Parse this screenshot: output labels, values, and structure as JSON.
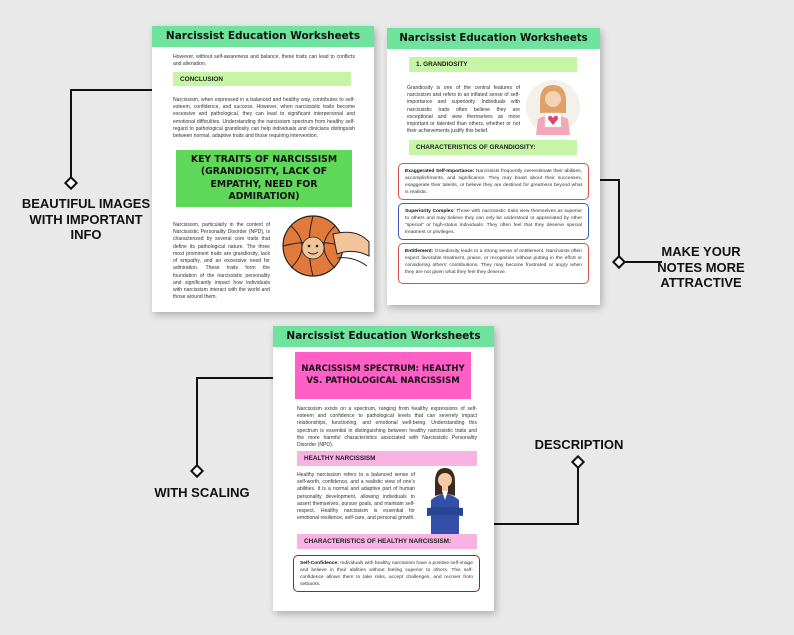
{
  "header_title": "Narcissist Education Worksheets",
  "page1": {
    "intro": "However, without self-awareness and balance, these traits can lead to conflicts and alienation.",
    "conclusion_label": "CONCLUSION",
    "conclusion_text": "Narcissism, when expressed in a balanced and healthy way, contributes to self-esteem, confidence, and success. However, when narcissistic traits become excessive and pathological, they can lead to significant interpersonal and emotional difficulties. Understanding the narcissism spectrum from healthy self-regard to pathological grandiosity can help individuals and clinicians distinguish between normal, adaptive traits and those requiring intervention.",
    "key_traits_title": "KEY TRAITS OF NARCISSISM (GRANDIOSITY, LACK OF EMPATHY, NEED FOR ADMIRATION)",
    "key_traits_text": "Narcissism, particularly in the context of Narcissistic Personality Disorder (NPD), is characterized by several core traits that define its pathological nature. The three most prominent traits are grandiosity, lack of empathy, and an excessive need for admiration. These traits form the foundation of the narcissistic personality and significantly impact how individuals with narcissism interact with the world and those around them."
  },
  "page2": {
    "section_label": "1. GRANDIOSITY",
    "intro": "Grandiosity is one of the central features of narcissism and refers to an inflated sense of self-importance and superiority. Individuals with narcissistic traits often believe they are exceptional and view themselves as more important or talented than others, whether or not their achievements justify this belief.",
    "characteristics_label": "CHARACTERISTICS OF GRANDIOSITY:",
    "boxes": [
      {
        "title": "Exaggerated Self-Importance:",
        "text": " Narcissists frequently overestimate their abilities, accomplishments, and significance. They may boast about their successes, exaggerate their talents, or believe they are destined for greatness beyond what is realistic.",
        "color": "#d9534f"
      },
      {
        "title": "Superiority Complex:",
        "text": " Those with narcissistic traits view themselves as superior to others and may believe they can only be understood or appreciated by other \"special\" or high-status individuals. They often feel that they deserve special treatment or privileges.",
        "color": "#3b5bbf"
      },
      {
        "title": "Entitlement:",
        "text": " Grandiosity leads to a strong sense of entitlement. Narcissists often expect favorable treatment, praise, or recognition without putting in the effort or considering others' contributions. They may become frustrated or angry when they are not given what they feel they deserve.",
        "color": "#d9534f"
      }
    ]
  },
  "page3": {
    "title": "NARCISSISM SPECTRUM: HEALTHY VS. PATHOLOGICAL NARCISSISM",
    "intro": "Narcissism exists on a spectrum, ranging from healthy expressions of self-esteem and confidence to pathological levels that can severely impact relationships, functioning, and emotional well-being. Understanding this spectrum is essential in distinguishing between healthy narcissistic traits and the more harmful characteristics associated with Narcissistic Personality Disorder (NPD).",
    "healthy_label": "HEALTHY NARCISSISM",
    "healthy_text": "Healthy narcissism refers to a balanced sense of self-worth, confidence, and a realistic view of one's abilities. It is a normal and adaptive part of human personality development, allowing individuals to assert themselves, pursue goals, and maintain self-respect. Healthy narcissism is essential for emotional resilience, self-care, and personal growth.",
    "characteristics_label": "CHARACTERISTICS OF HEALTHY NARCISSISM:",
    "box_title": "Self-Confidence:",
    "box_text": " Individuals with healthy narcissism have a positive self-image and believe in their abilities without feeling superior to others. This self-confidence allows them to take risks, accept challenges, and recover from setbacks."
  },
  "callouts": {
    "beautiful_images": "BEAUTIFUL IMAGES WITH IMPORTANT INFO",
    "make_notes": "MAKE YOUR NOTES MORE ATTRACTIVE",
    "with_scaling": "WITH SCALING",
    "description": "DESCRIPTION"
  },
  "colors": {
    "header_green": "#6fe39d",
    "label_green": "#c6f5a6",
    "key_traits_green": "#5fd85a",
    "pink": "#ff5fc6",
    "label_pink": "#f7b3e2",
    "box_red": "#d9534f",
    "box_blue": "#3b5bbf"
  }
}
